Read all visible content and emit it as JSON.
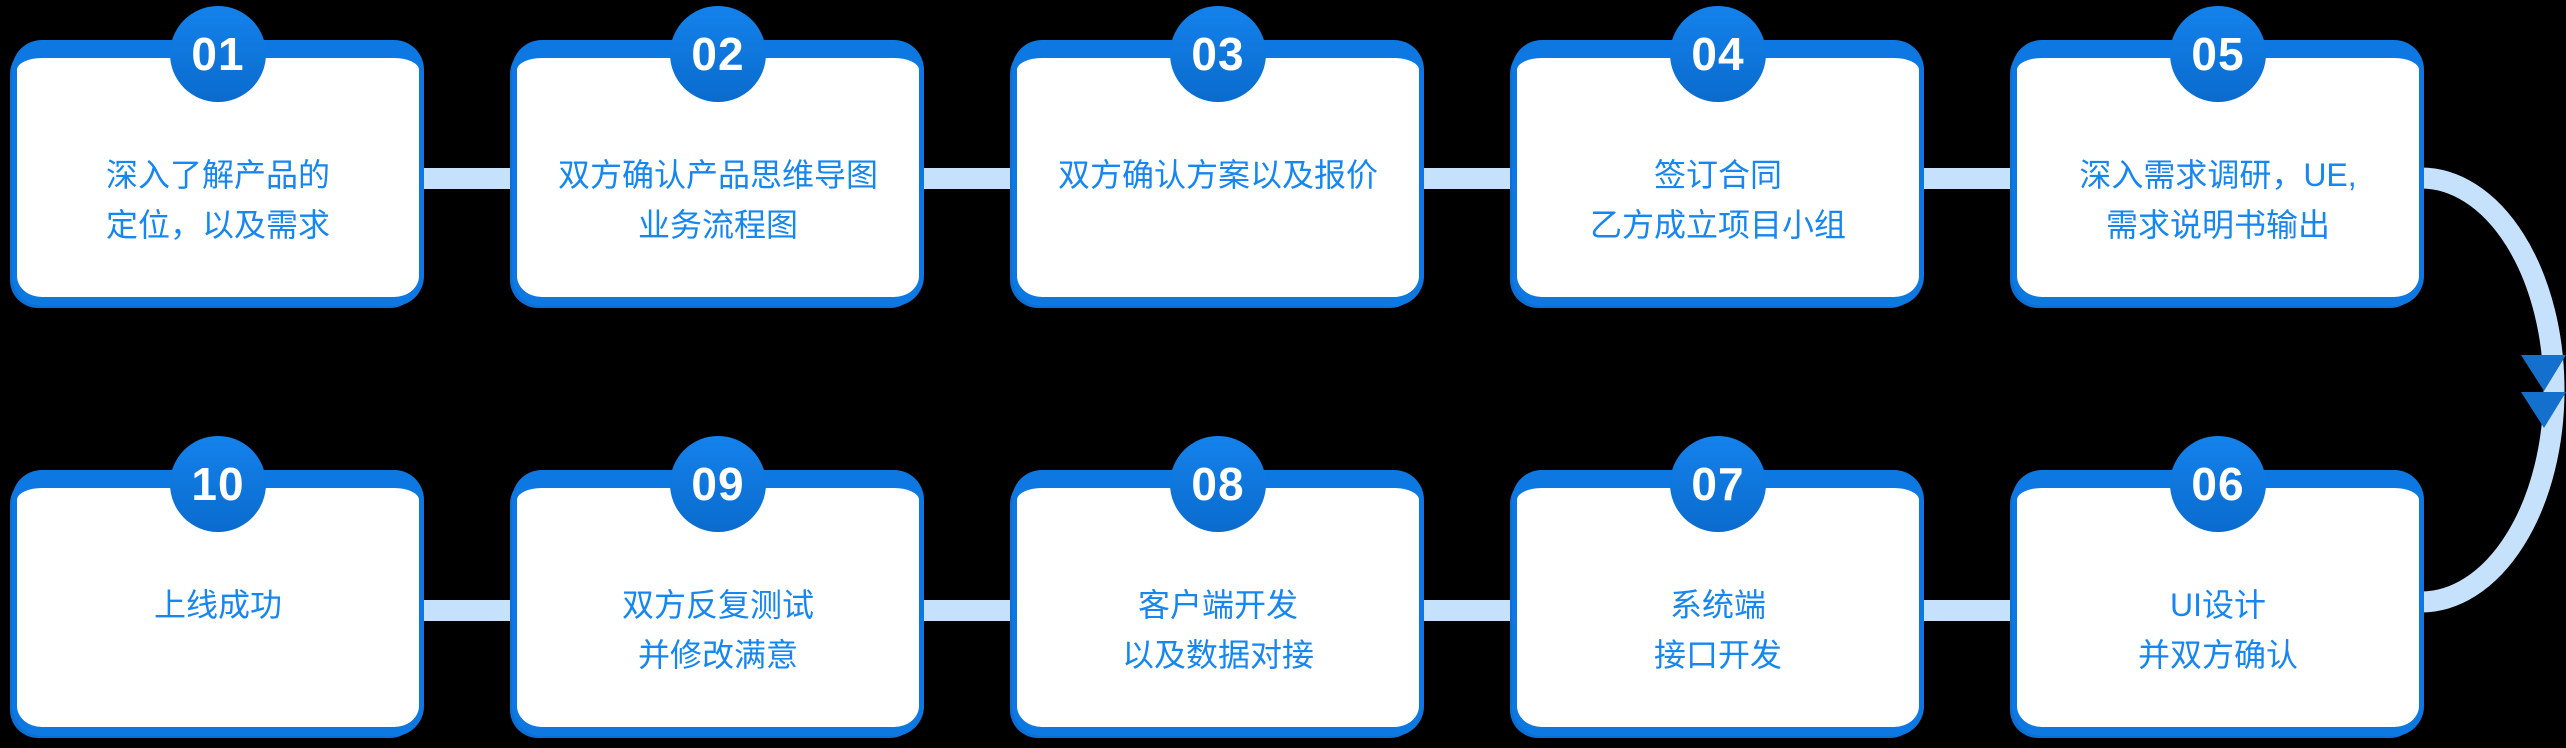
{
  "diagram": {
    "type": "process-flow",
    "language": "zh-CN",
    "rows": 2,
    "flow_order": "top row left-to-right (01-05), curved arrow down on right, bottom row right-to-left (06-10)"
  },
  "steps_top_row": [
    {
      "number": "01",
      "lines": [
        "深入了解产品的",
        "定位，以及需求"
      ]
    },
    {
      "number": "02",
      "lines": [
        "双方确认产品思维导图",
        "业务流程图"
      ]
    },
    {
      "number": "03",
      "lines": [
        "双方确认方案以及报价"
      ]
    },
    {
      "number": "04",
      "lines": [
        "签订合同",
        "乙方成立项目小组"
      ]
    },
    {
      "number": "05",
      "lines": [
        "深入需求调研，UE,",
        "需求说明书输出"
      ]
    }
  ],
  "steps_bottom_row": [
    {
      "number": "10",
      "lines": [
        "上线成功"
      ]
    },
    {
      "number": "09",
      "lines": [
        "双方反复测试",
        "并修改满意"
      ]
    },
    {
      "number": "08",
      "lines": [
        "客户端开发",
        "以及数据对接"
      ]
    },
    {
      "number": "07",
      "lines": [
        "系统端",
        "接口开发"
      ]
    },
    {
      "number": "06",
      "lines": [
        "UI设计",
        "并双方确认"
      ]
    }
  ],
  "colors": {
    "background": "#000000",
    "card_background": "#ffffff",
    "card_border": "#0e78e2",
    "badge_blue": "#0f7ade",
    "text_blue": "#1686f0",
    "connector_light_blue": "#c6e1fb",
    "arrowhead_blue": "#1370cc"
  }
}
